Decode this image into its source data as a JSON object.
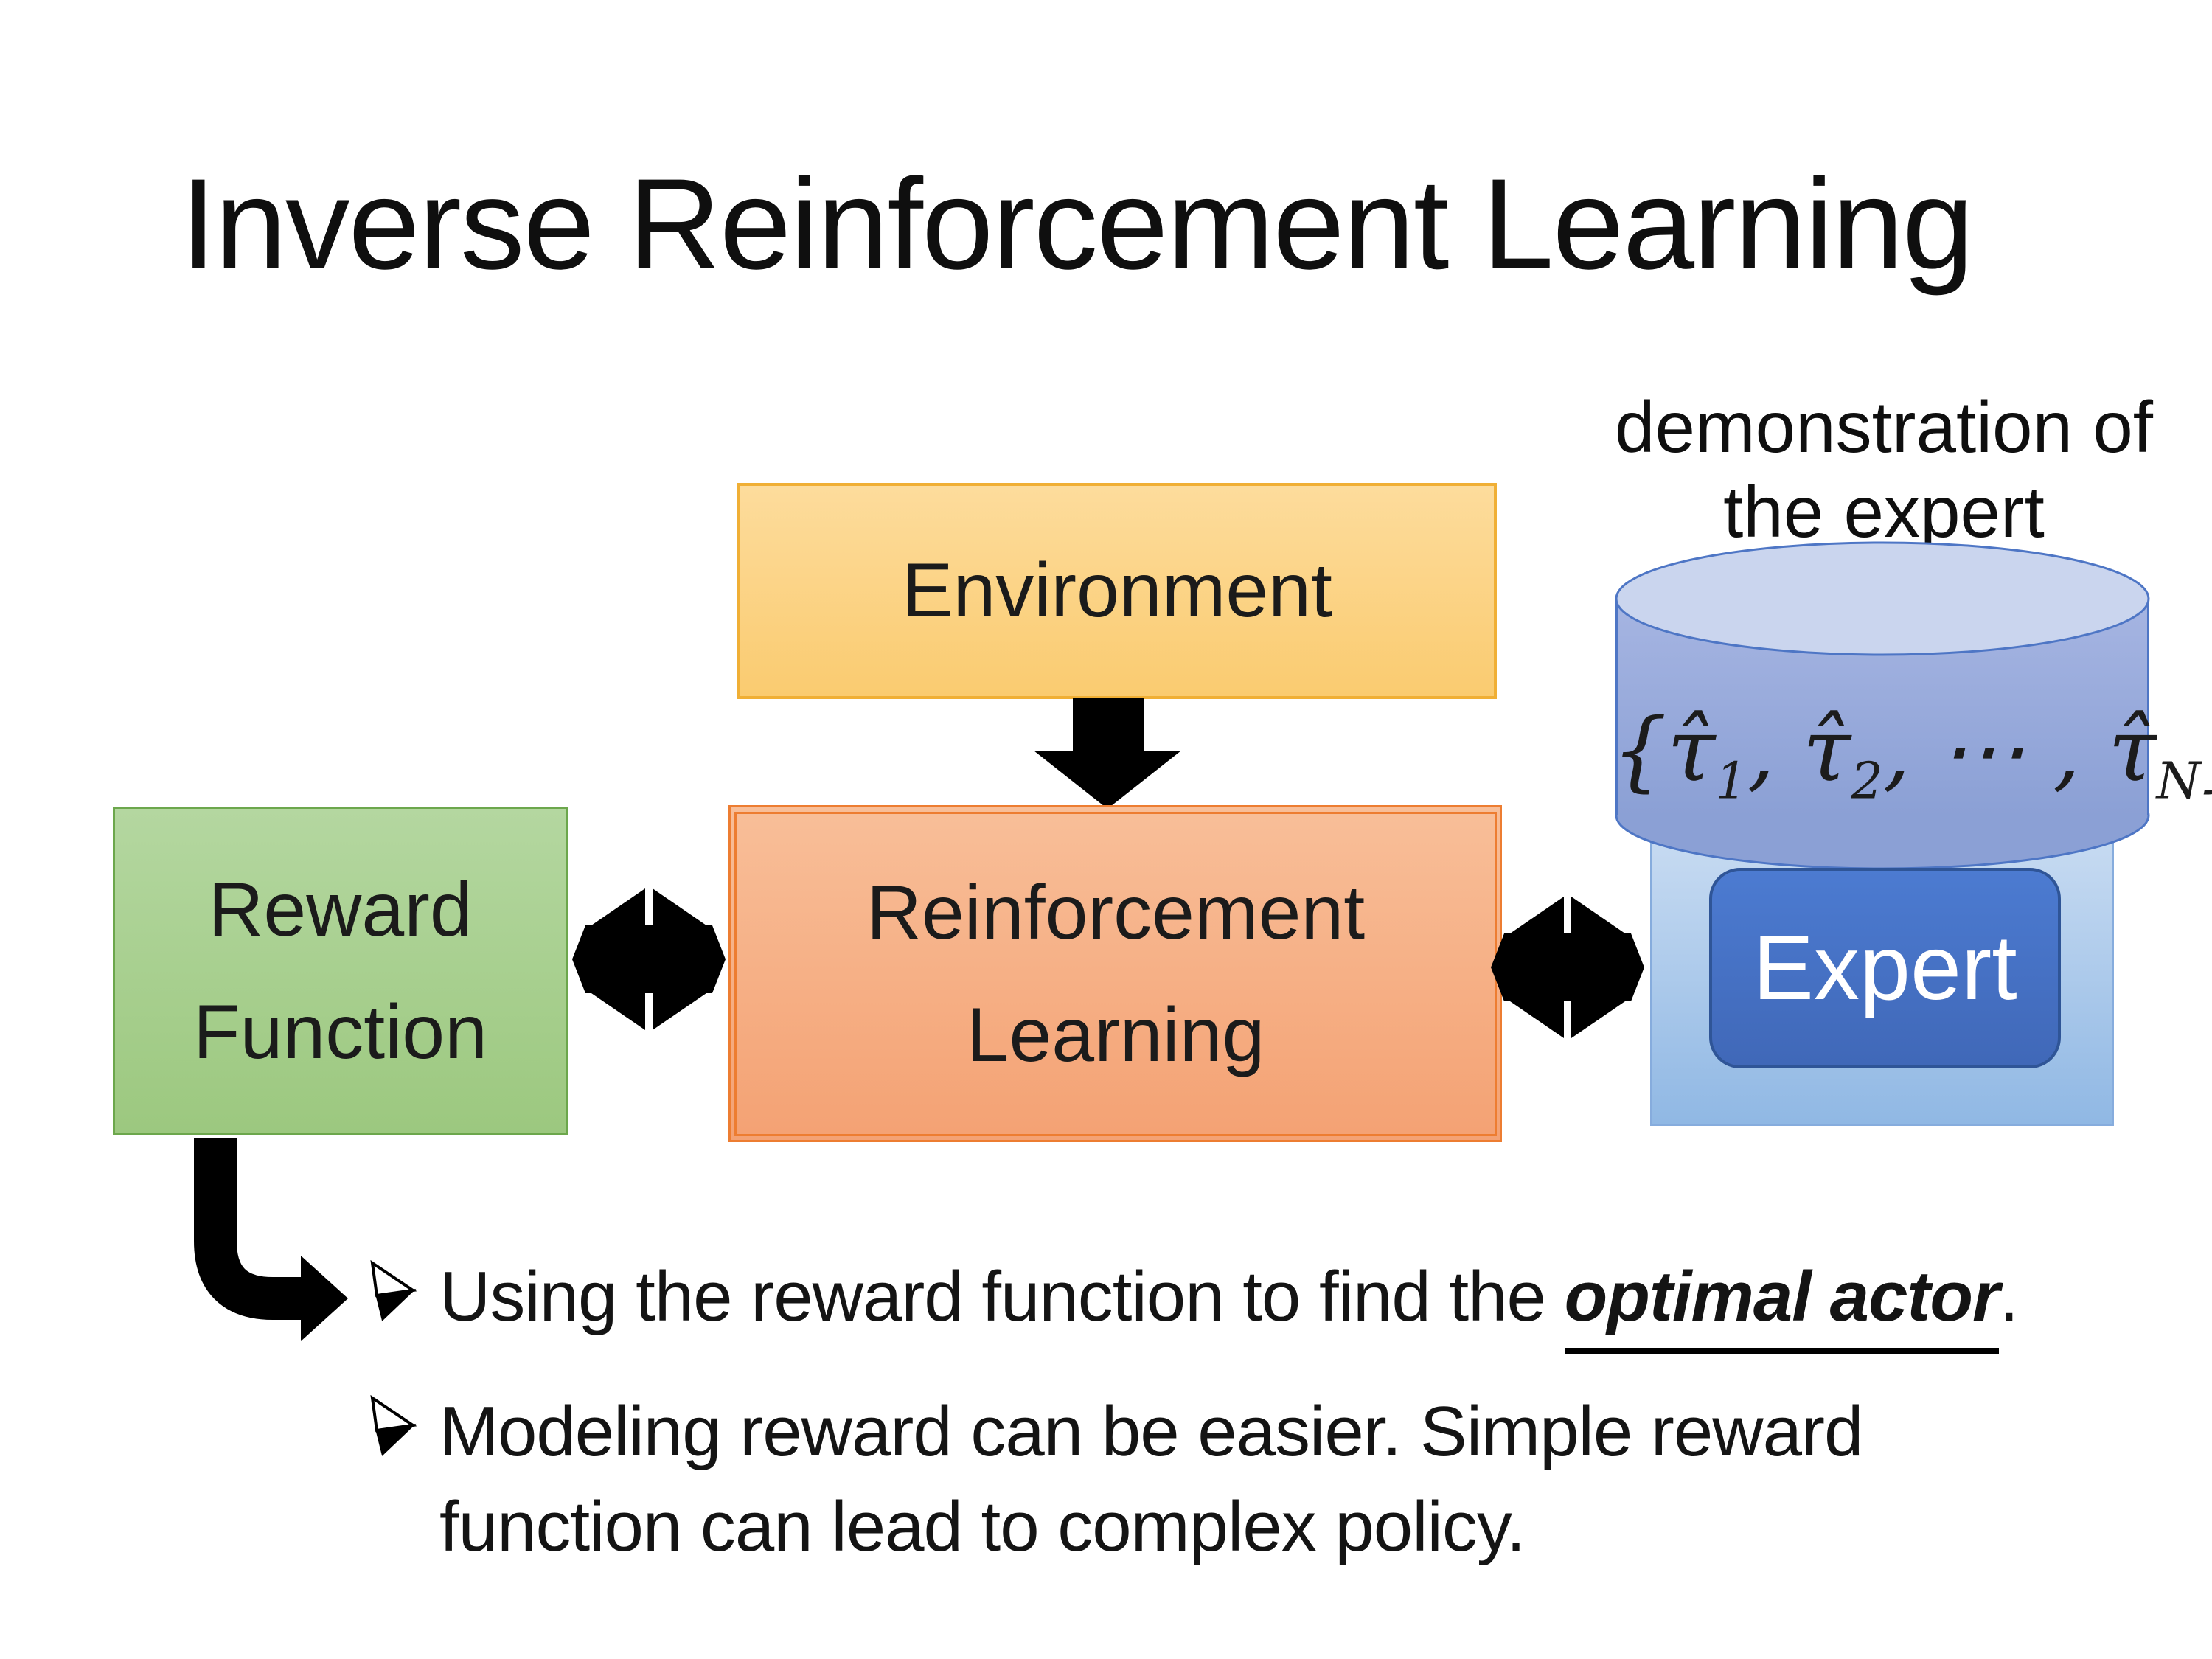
{
  "title": "Inverse Reinforcement Learning",
  "annotation": {
    "text": "demonstration of the expert"
  },
  "boxes": {
    "environment": {
      "label": "Environment"
    },
    "reward": {
      "line1": "Reward",
      "line2": "Function"
    },
    "reinforcement_learning": {
      "line1": "Reinforcement",
      "line2": "Learning"
    },
    "expert": {
      "label": "Expert"
    }
  },
  "cylinder": {
    "tokens": [
      {
        "t": "{τ̂",
        "sub": "1"
      },
      {
        "t": ", τ̂",
        "sub": "2"
      },
      {
        "t": ", ⋯ , τ̂",
        "sub": "N"
      },
      {
        "t": "}",
        "sub": ""
      }
    ]
  },
  "bullets": {
    "marker": "➢",
    "item1_prefix": "Using the reward function to find the ",
    "item1_emphasis": "optimal actor",
    "item1_suffix": ".",
    "item2": "Modeling reward can be easier. Simple reward function can lead to complex policy."
  },
  "colors": {
    "background": "#FFFFFF",
    "text": "#111111",
    "environment_fill": "#FBCF78",
    "environment_border": "#F0AF35",
    "rl_fill": "#F5A77E",
    "rl_border": "#ED7D31",
    "reward_fill": "#A5CE8E",
    "reward_border": "#6CA74C",
    "expert_panel_fill": "#A9C9EC",
    "expert_panel_border": "#86ACDD",
    "expert_button_fill": "#4472C4",
    "expert_button_border": "#2F5597",
    "cylinder_fill": "#8FA5DA",
    "cylinder_top_fill": "#CAD5EE",
    "cylinder_border": "#4E76C5",
    "arrow_color": "#000000"
  }
}
